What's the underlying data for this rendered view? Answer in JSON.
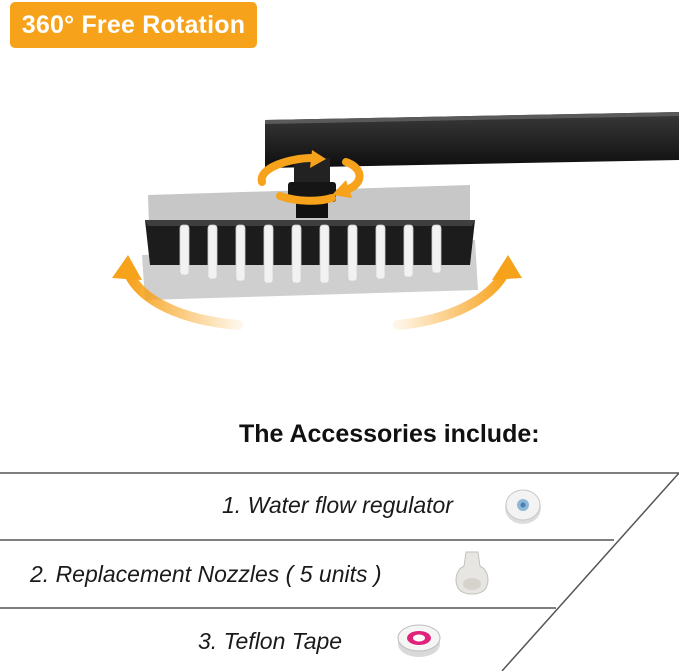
{
  "badge": {
    "label": "360° Free Rotation",
    "color": "#f7a21b"
  },
  "heading": "The Accessories include:",
  "accessories": [
    {
      "label": "1. Water flow regulator",
      "icon": "flow-regulator-icon"
    },
    {
      "label": "2. Replacement Nozzles ( 5 units )",
      "icon": "nozzle-icon"
    },
    {
      "label": "3. Teflon Tape",
      "icon": "teflon-tape-icon"
    }
  ],
  "colors": {
    "accent_orange": "#f7a21b",
    "product_black": "#1a1a1a",
    "divider": "#555555"
  }
}
